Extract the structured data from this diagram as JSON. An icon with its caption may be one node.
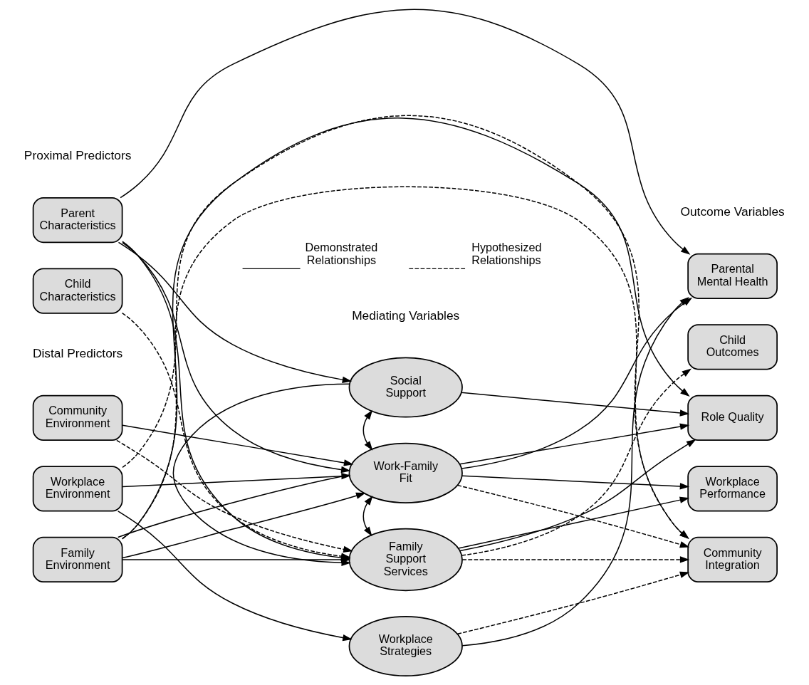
{
  "diagram": {
    "nodes": [
      {
        "text": [
          "Parent Characteristics"
        ]
      },
      {
        "text": [
          "Child Characteristics"
        ]
      },
      {
        "text": [
          "Community Environment"
        ]
      },
      {
        "text": [
          "Workplace Environment"
        ]
      },
      {
        "text": [
          "Family Environment"
        ]
      },
      {
        "text": [
          "Social Support"
        ]
      },
      {
        "text": [
          "Work-Family Fit"
        ]
      },
      {
        "text": [
          "Family Support Services"
        ]
      },
      {
        "text": [
          "Workplace Strategies"
        ]
      },
      {
        "text": [
          "Parental Mental Health"
        ]
      },
      {
        "text": [
          "Child Outcomes"
        ]
      },
      {
        "text": [
          "Role Quality"
        ]
      },
      {
        "text": [
          "Workplace Performance"
        ]
      },
      {
        "text": [
          "Community Integration"
        ]
      }
    ],
    "edges": [
      {
        "from": 0,
        "to": 9,
        "arrow": "to"
      },
      {
        "from": 0,
        "to": 5,
        "arrow": "to"
      },
      {
        "from": 0,
        "to": 6,
        "arrow": "to"
      },
      {
        "from": 0,
        "to": 7,
        "arrow": "to"
      },
      {
        "from": 1,
        "to": 7,
        "arrow": "to",
        "style": "dashed"
      },
      {
        "from": 2,
        "to": 6,
        "arrow": "to"
      },
      {
        "from": 2,
        "to": 7,
        "arrow": "to",
        "style": "dashed"
      },
      {
        "from": 3,
        "to": 6,
        "arrow": "to"
      },
      {
        "from": 3,
        "to": 8,
        "arrow": "to"
      },
      {
        "from": 3,
        "to": 13,
        "arrow": "to",
        "style": "dashed"
      },
      {
        "from": 4,
        "to": 6,
        "arrow": "to"
      },
      {
        "from": 4,
        "to": 7,
        "arrow": "to"
      },
      {
        "from": 4,
        "to": 11,
        "arrow": "to"
      },
      {
        "from": 4,
        "to": 13,
        "arrow": "to",
        "style": "dashed"
      },
      {
        "from": 4,
        "to": 6,
        "arrow": "none"
      },
      {
        "from": 5,
        "to": 6,
        "arrow": "both"
      },
      {
        "from": 6,
        "to": 7,
        "arrow": "both"
      },
      {
        "from": 5,
        "to": 7,
        "arrow": "to"
      },
      {
        "from": 5,
        "to": 11,
        "arrow": "to"
      },
      {
        "from": 6,
        "to": 9,
        "arrow": "to"
      },
      {
        "from": 6,
        "to": 11,
        "arrow": "to"
      },
      {
        "from": 6,
        "to": 12,
        "arrow": "to"
      },
      {
        "from": 6,
        "to": 13,
        "arrow": "to",
        "style": "dashed"
      },
      {
        "from": 7,
        "to": 10,
        "arrow": "to",
        "style": "dashed"
      },
      {
        "from": 7,
        "to": 11,
        "arrow": "to"
      },
      {
        "from": 7,
        "to": 12,
        "arrow": "to"
      },
      {
        "from": 7,
        "to": 13,
        "arrow": "to",
        "style": "dashed"
      },
      {
        "from": 8,
        "to": 9,
        "arrow": "to"
      },
      {
        "from": 8,
        "to": 13,
        "arrow": "to",
        "style": "dashed"
      }
    ],
    "labels": [
      "Proximal Predictors",
      "Mediating Variables",
      "Outcome Variables",
      "Distal Predictors"
    ],
    "legend": [
      {
        "text": "Demonstrated Relationships"
      },
      {
        "text": "Hypothesized Relationships"
      }
    ]
  }
}
